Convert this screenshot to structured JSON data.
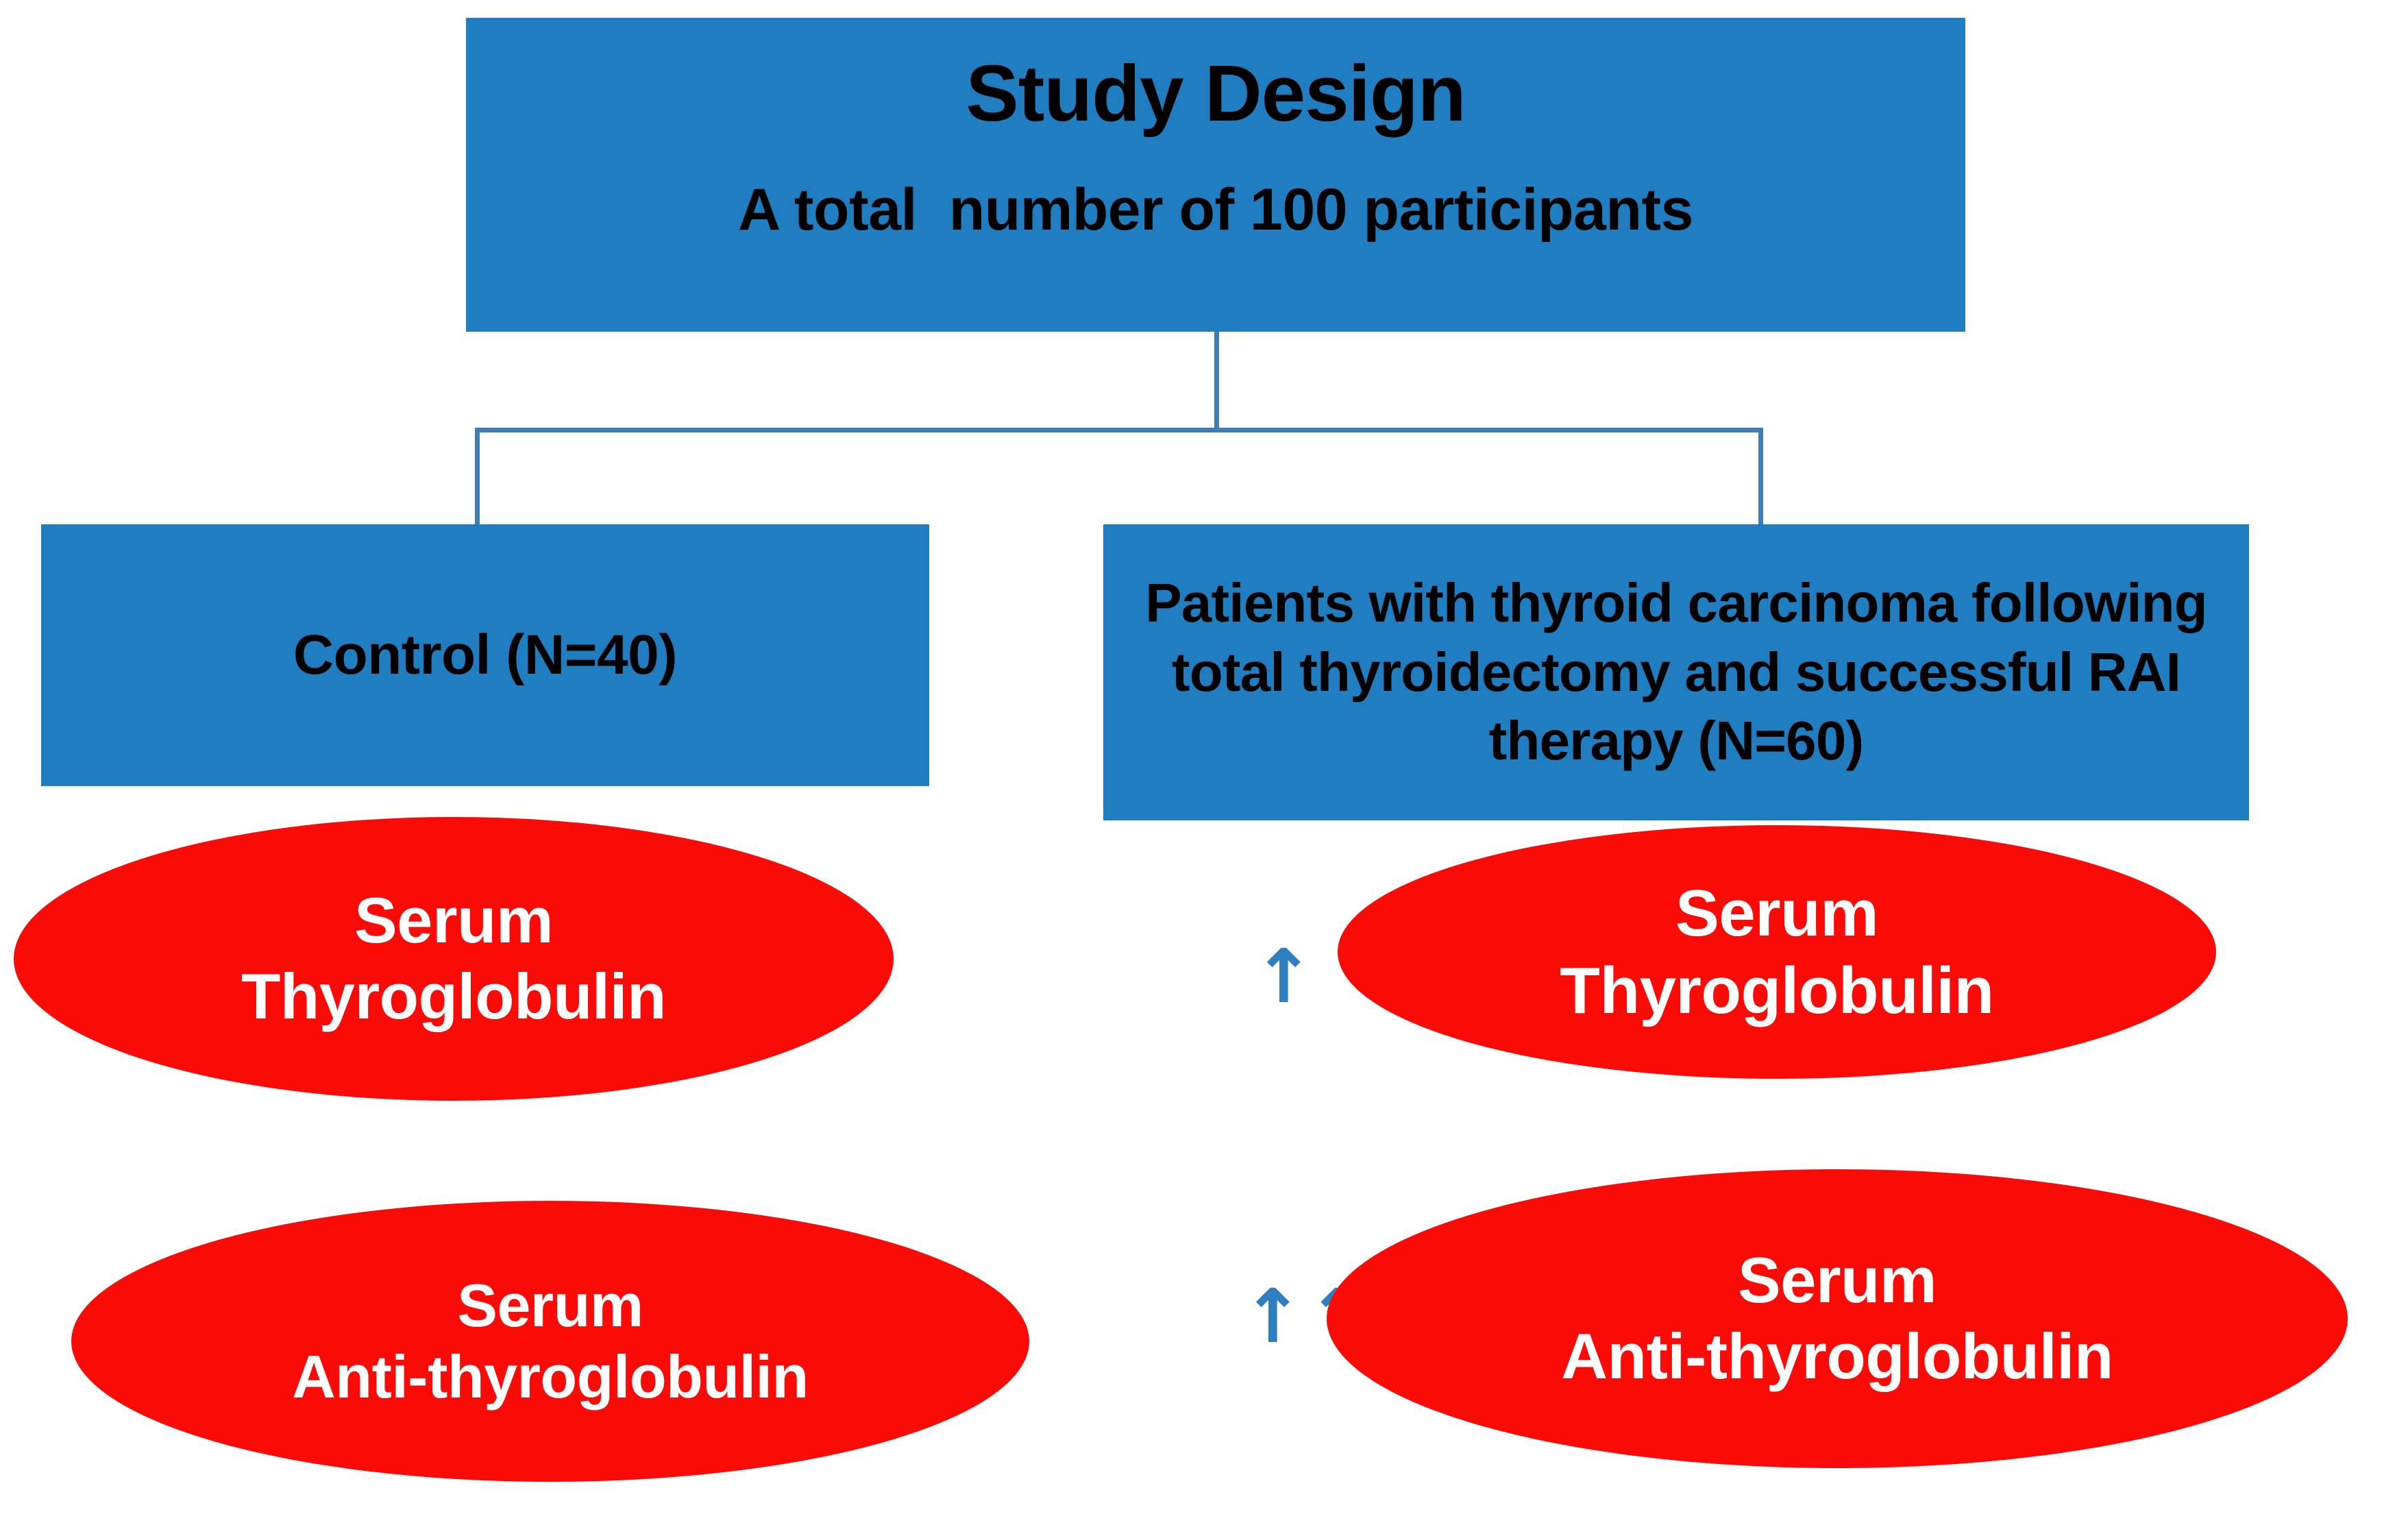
{
  "colors": {
    "box_blue": "#1F7DC0",
    "connector_blue": "#3E7EB4",
    "ellipse_red": "#FA0B07",
    "ellipse_text": "#FFFFFF",
    "box_text": "#000000",
    "arrow_blue": "#2E7FC0",
    "background": "#FFFFFF"
  },
  "header": {
    "title": "Study Design",
    "subtitle": "A total  number of 100 participants"
  },
  "groups": {
    "control": {
      "label": "Control (N=40)",
      "outcomes": [
        {
          "line1": "Serum",
          "line2": "Thyroglobulin",
          "arrows": ""
        },
        {
          "line1": "Serum",
          "line2": "Anti-thyroglobulin",
          "arrows": ""
        }
      ]
    },
    "patients": {
      "label": "Patients with thyroid carcinoma following total thyroidectomy and successful RAI therapy (N=60)",
      "outcomes": [
        {
          "line1": "Serum",
          "line2": "Thyroglobulin",
          "arrows": "↑"
        },
        {
          "line1": "Serum",
          "line2": "Anti-thyroglobulin",
          "arrows": "↑↑"
        }
      ]
    }
  },
  "icons": {
    "up_arrow_single": "↑",
    "up_arrow_double": "↑↑"
  }
}
